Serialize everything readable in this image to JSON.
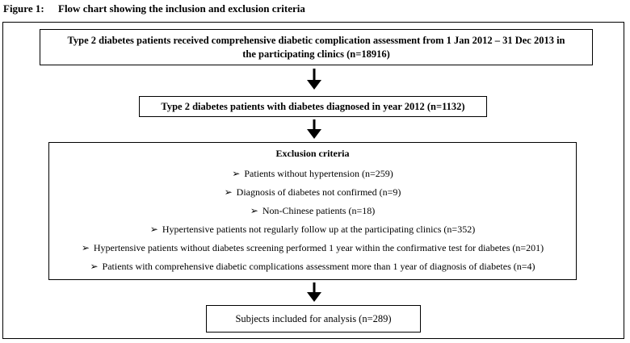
{
  "figure": {
    "label": "Figure 1:",
    "title": "Flow chart showing the inclusion and exclusion criteria"
  },
  "boxes": {
    "initial": {
      "line1": "Type 2 diabetes patients received comprehensive diabetic complication assessment from 1 Jan 2012 – 31 Dec 2013 in",
      "line2": "the participating clinics (n=18916)"
    },
    "diagnosed": "Type 2 diabetes patients with diabetes diagnosed in year 2012 (n=1132)",
    "exclusion": {
      "heading": "Exclusion criteria",
      "bullet_glyph": "➢",
      "criteria": [
        "Patients without hypertension (n=259)",
        "Diagnosis of diabetes not confirmed (n=9)",
        "Non-Chinese patients (n=18)",
        "Hypertensive patients not regularly follow up at the participating clinics (n=352)",
        "Hypertensive patients without diabetes screening performed 1 year within the confirmative test for diabetes (n=201)",
        "Patients with comprehensive diabetic complications assessment more than 1 year of diagnosis of diabetes (n=4)"
      ]
    },
    "final": "Subjects included for analysis (n=289)"
  }
}
